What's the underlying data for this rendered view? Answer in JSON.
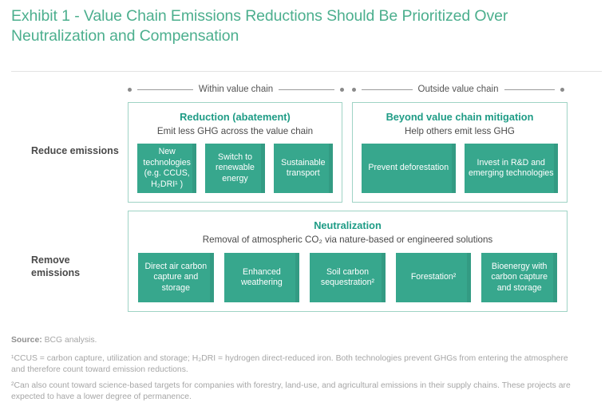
{
  "title": "Exhibit 1 - Value Chain Emissions Reductions Should Be Prioritized Over Neutralization and Compensation",
  "scope_axis": {
    "left_label": "Within value chain",
    "right_label": "Outside value chain"
  },
  "row_labels": {
    "reduce": "Reduce emissions",
    "remove": "Remove emissions"
  },
  "panels": {
    "reduction": {
      "title": "Reduction (abatement)",
      "subtitle": "Emit less GHG across the value chain",
      "tiles": [
        "New technologies (e.g. CCUS, H₂DRI¹ )",
        "Switch to renewable energy",
        "Sustainable transport"
      ]
    },
    "bvcm": {
      "title": "Beyond value chain mitigation",
      "subtitle": "Help others emit less GHG",
      "tiles": [
        "Prevent deforestation",
        "Invest in R&D and emerging technologies"
      ]
    },
    "neutralization": {
      "title": "Neutralization",
      "subtitle": "Removal of atmospheric CO₂ via nature-based or engineered solutions",
      "tiles": [
        "Direct air carbon capture and storage",
        "Enhanced weathering",
        "Soil carbon sequestration²",
        "Forestation²",
        "Bioenergy with carbon capture and storage"
      ]
    }
  },
  "footnotes": {
    "source_label": "Source:",
    "source_text": "BCG analysis.",
    "note1": "¹CCUS = carbon capture, utilization and storage; H₂DRI = hydrogen direct-reduced iron. Both technologies prevent GHGs from entering the atmosphere and therefore count toward emission reductions.",
    "note2": "²Can also count toward science-based targets for companies with forestry, land-use, and agricultural emissions in their supply chains. These projects are expected to have a lower degree of permanence."
  },
  "colors": {
    "title_green": "#4caf8e",
    "tile_green": "#37a78d",
    "panel_title_green": "#1f9c86",
    "panel_border": "#9fd3c5",
    "body_text": "#4a4a4a",
    "footnote_text": "#a6a6a6"
  }
}
